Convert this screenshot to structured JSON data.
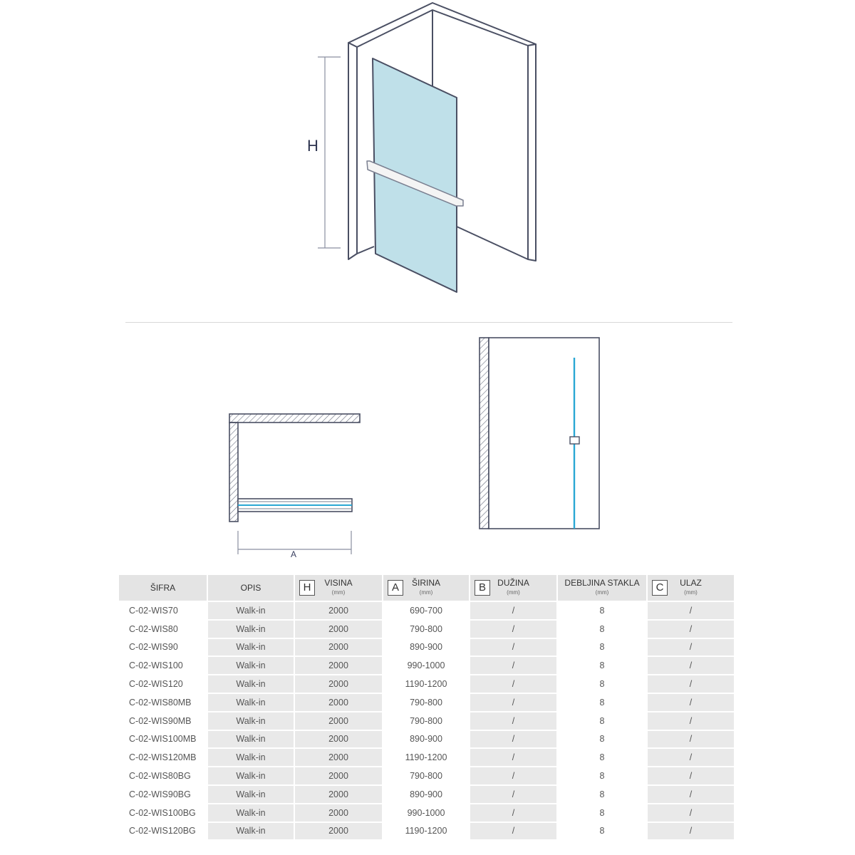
{
  "diagram": {
    "height_label": "H",
    "width_label": "A",
    "colors": {
      "glass": "#bfe0e9",
      "outline": "#4a4f63",
      "glass_line": "#2aa7d4"
    }
  },
  "table": {
    "headers": [
      {
        "badge": "",
        "label": "ŠIFRA",
        "unit": ""
      },
      {
        "badge": "",
        "label": "OPIS",
        "unit": ""
      },
      {
        "badge": "H",
        "label": "VISINA",
        "unit": "(mm)"
      },
      {
        "badge": "A",
        "label": "ŠIRINA",
        "unit": "(mm)"
      },
      {
        "badge": "B",
        "label": "DUŽINA",
        "unit": "(mm)"
      },
      {
        "badge": "",
        "label": "DEBLJINA STAKLA",
        "unit": "(mm)"
      },
      {
        "badge": "C",
        "label": "ULAZ",
        "unit": "(mm)"
      }
    ],
    "rows": [
      [
        "C-02-WIS70",
        "Walk-in",
        "2000",
        "690-700",
        "/",
        "8",
        "/"
      ],
      [
        "C-02-WIS80",
        "Walk-in",
        "2000",
        "790-800",
        "/",
        "8",
        "/"
      ],
      [
        "C-02-WIS90",
        "Walk-in",
        "2000",
        "890-900",
        "/",
        "8",
        "/"
      ],
      [
        "C-02-WIS100",
        "Walk-in",
        "2000",
        "990-1000",
        "/",
        "8",
        "/"
      ],
      [
        "C-02-WIS120",
        "Walk-in",
        "2000",
        "1190-1200",
        "/",
        "8",
        "/"
      ],
      [
        "C-02-WIS80MB",
        "Walk-in",
        "2000",
        "790-800",
        "/",
        "8",
        "/"
      ],
      [
        "C-02-WIS90MB",
        "Walk-in",
        "2000",
        "790-800",
        "/",
        "8",
        "/"
      ],
      [
        "C-02-WIS100MB",
        "Walk-in",
        "2000",
        "890-900",
        "/",
        "8",
        "/"
      ],
      [
        "C-02-WIS120MB",
        "Walk-in",
        "2000",
        "1190-1200",
        "/",
        "8",
        "/"
      ],
      [
        "C-02-WIS80BG",
        "Walk-in",
        "2000",
        "790-800",
        "/",
        "8",
        "/"
      ],
      [
        "C-02-WIS90BG",
        "Walk-in",
        "2000",
        "890-900",
        "/",
        "8",
        "/"
      ],
      [
        "C-02-WIS100BG",
        "Walk-in",
        "2000",
        "990-1000",
        "/",
        "8",
        "/"
      ],
      [
        "C-02-WIS120BG",
        "Walk-in",
        "2000",
        "1190-1200",
        "/",
        "8",
        "/"
      ]
    ]
  }
}
